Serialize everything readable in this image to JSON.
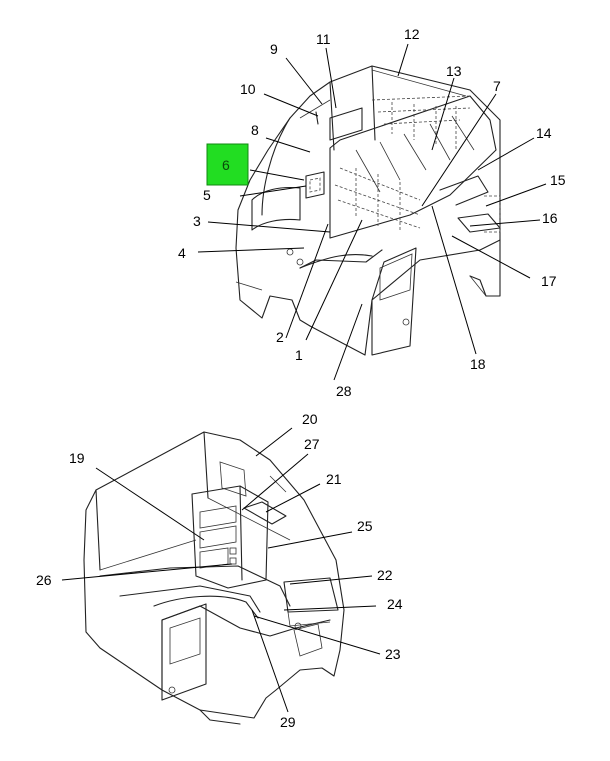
{
  "callouts": {
    "c1": "1",
    "c2": "2",
    "c3": "3",
    "c4": "4",
    "c5": "5",
    "c6": "6",
    "c7": "7",
    "c8": "8",
    "c9": "9",
    "c10": "10",
    "c11": "11",
    "c12": "12",
    "c13": "13",
    "c14": "14",
    "c15": "15",
    "c16": "16",
    "c17": "17",
    "c18": "18",
    "c19": "19",
    "c20": "20",
    "c21": "21",
    "c22": "22",
    "c23": "23",
    "c24": "24",
    "c25": "25",
    "c26": "26",
    "c27": "27",
    "c28": "28",
    "c29": "29"
  },
  "highlight": {
    "label": "6",
    "color": "#22dd22"
  }
}
